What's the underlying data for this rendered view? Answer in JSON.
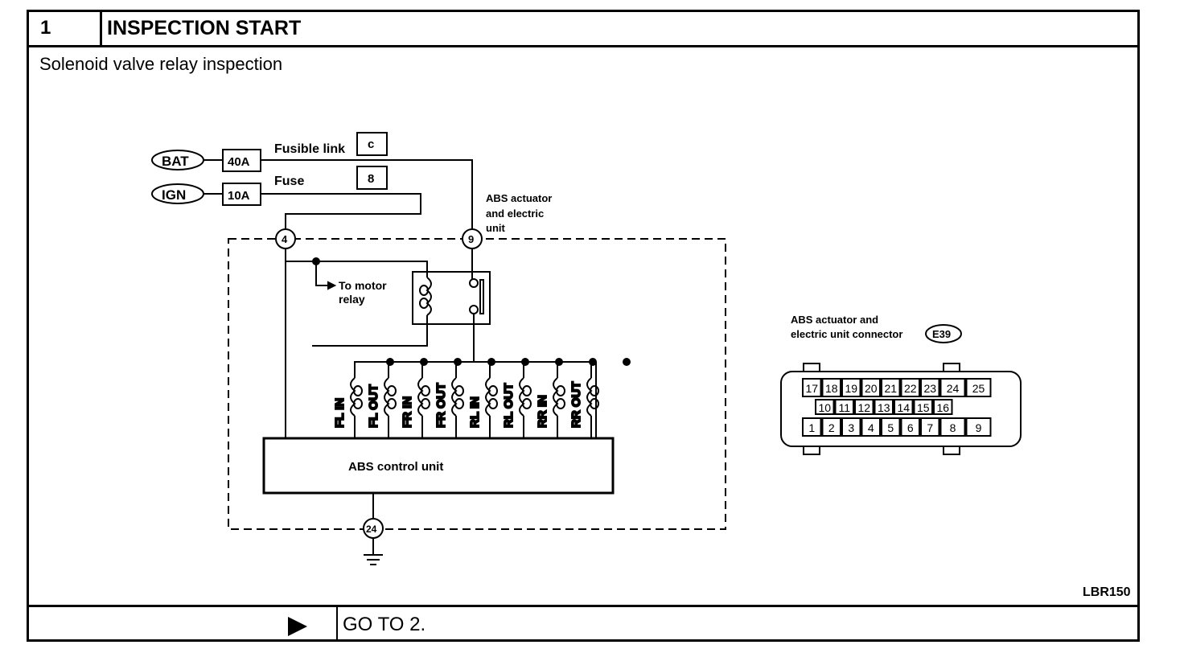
{
  "header": {
    "step_number": "1",
    "title": "INSPECTION START"
  },
  "subtitle": "Solenoid valve relay inspection",
  "diagram": {
    "power_sources": [
      {
        "name": "BAT",
        "fuse_rating": "40A",
        "fuse_type": "Fusible link",
        "fuse_id": "c"
      },
      {
        "name": "IGN",
        "fuse_rating": "10A",
        "fuse_type": "Fuse",
        "fuse_id": "8"
      }
    ],
    "unit_label": [
      "ABS actuator",
      "and electric",
      "unit"
    ],
    "terminals": {
      "ign": "4",
      "bat": "9",
      "ground": "24"
    },
    "motor_relay_label": [
      "To motor",
      "relay"
    ],
    "solenoids": [
      {
        "label": "FL IN"
      },
      {
        "label": "FL OUT"
      },
      {
        "label": "FR IN"
      },
      {
        "label": "FR OUT"
      },
      {
        "label": "RL IN"
      },
      {
        "label": "RL OUT"
      },
      {
        "label": "RR IN"
      },
      {
        "label": "RR OUT"
      }
    ],
    "control_unit_label": "ABS control unit",
    "connector": {
      "label_line1": "ABS actuator and",
      "label_line2": "electric unit connector",
      "id": "E39",
      "rows": [
        [
          "17",
          "18",
          "19",
          "20",
          "21",
          "22",
          "23",
          "24",
          "25"
        ],
        [
          "10",
          "11",
          "12",
          "13",
          "14",
          "15",
          "16"
        ],
        [
          "1",
          "2",
          "3",
          "4",
          "5",
          "6",
          "7",
          "8",
          "9"
        ]
      ]
    }
  },
  "figure_id": "LBR150",
  "footer": {
    "action": "GO TO 2."
  }
}
